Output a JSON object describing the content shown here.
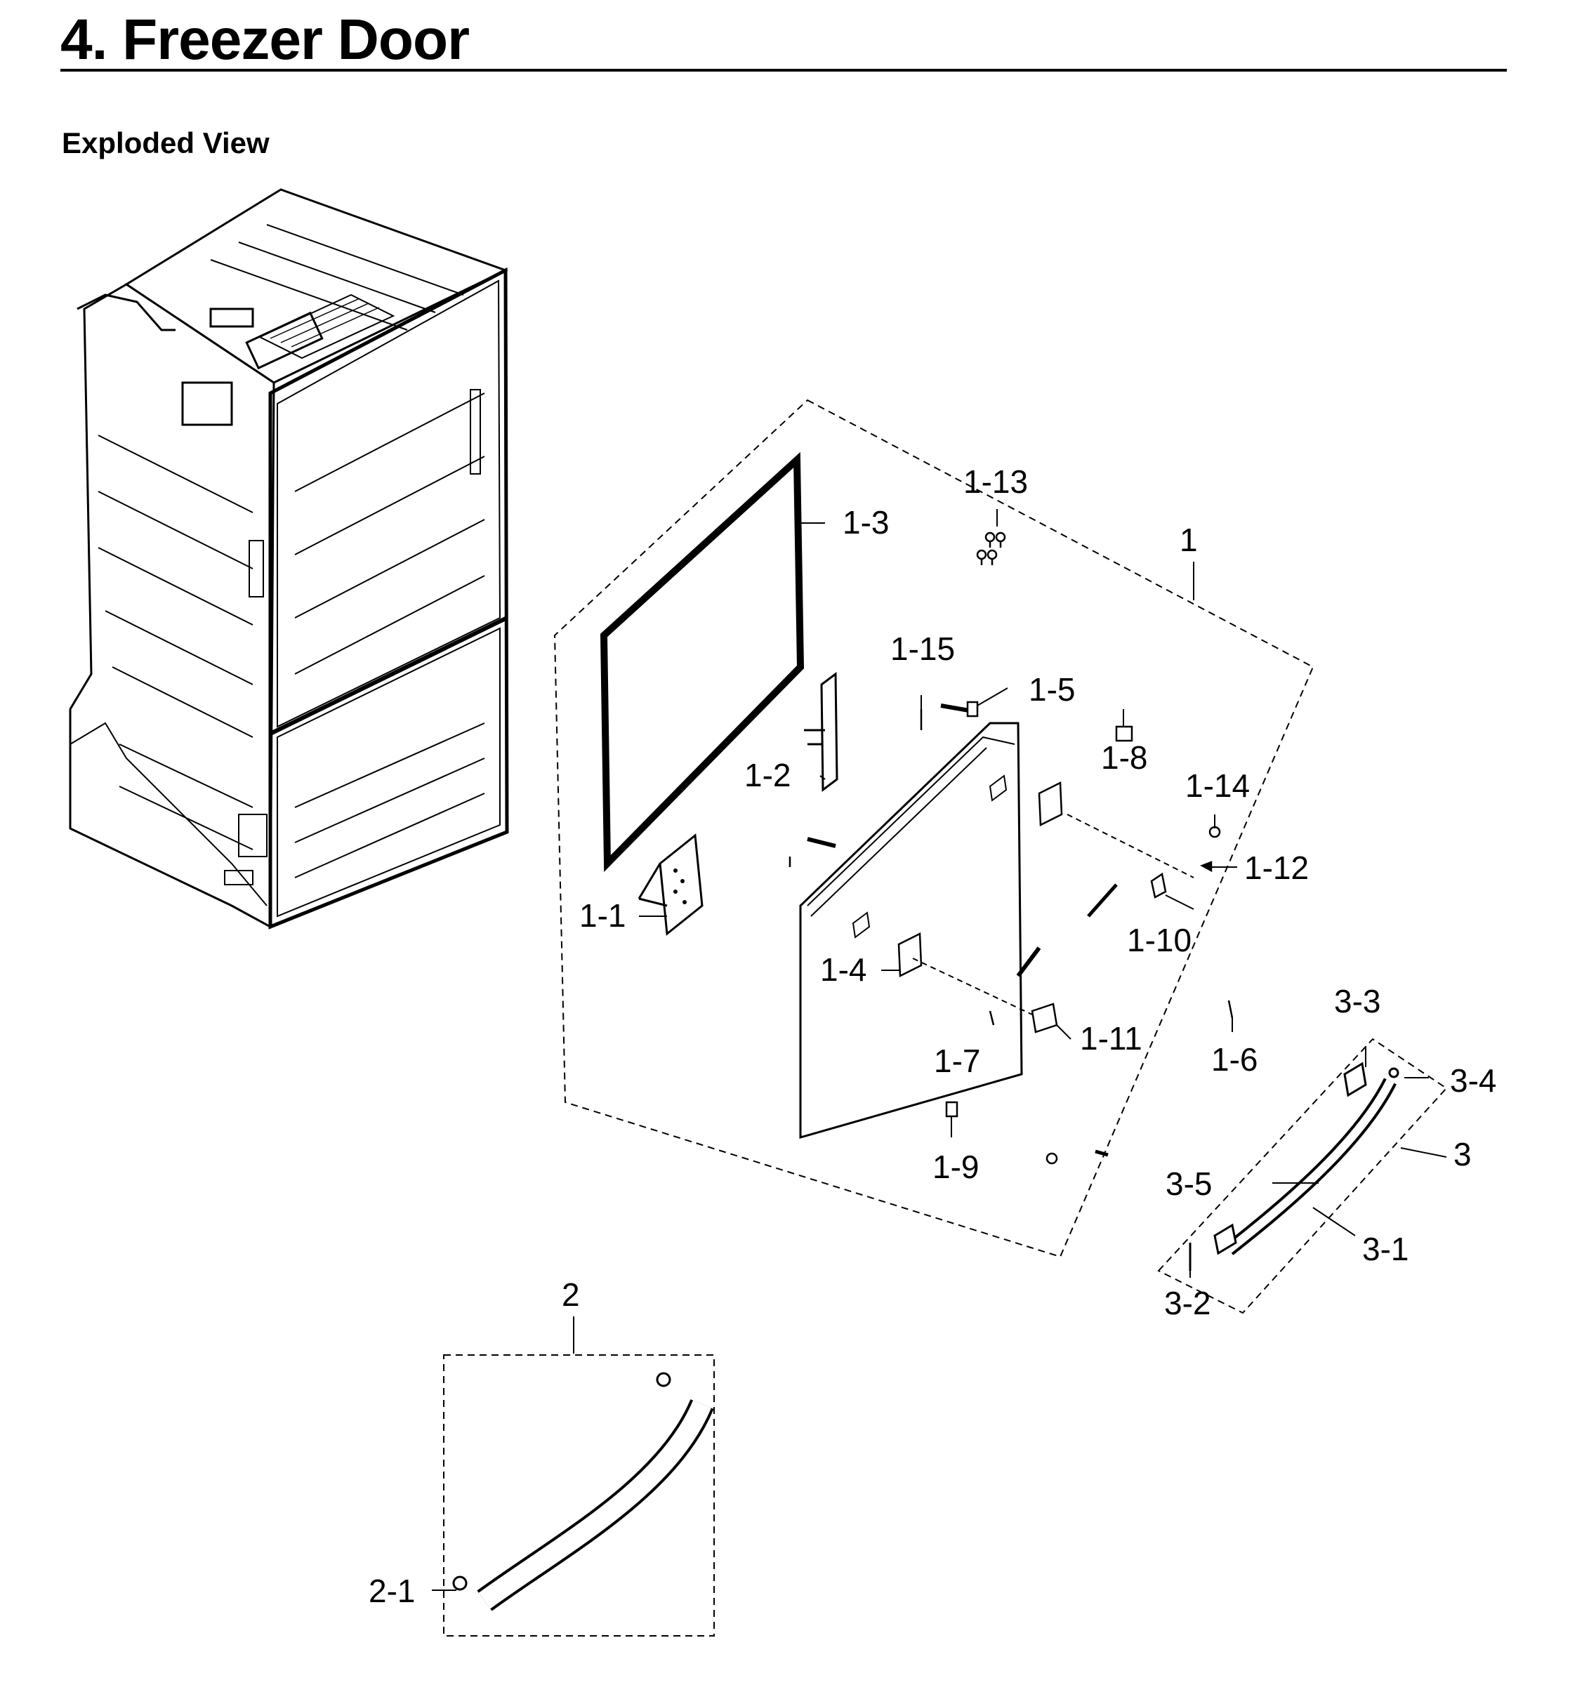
{
  "header": {
    "title": "4.  Freezer Door",
    "subtitle": "Exploded View"
  },
  "callouts": {
    "c1": "1",
    "c1_1": "1-1",
    "c1_2": "1-2",
    "c1_3": "1-3",
    "c1_4": "1-4",
    "c1_5": "1-5",
    "c1_6": "1-6",
    "c1_7": "1-7",
    "c1_8": "1-8",
    "c1_9": "1-9",
    "c1_10": "1-10",
    "c1_11": "1-11",
    "c1_12": "1-12",
    "c1_13": "1-13",
    "c1_14": "1-14",
    "c1_15": "1-15",
    "c2": "2",
    "c2_1": "2-1",
    "c3": "3",
    "c3_1": "3-1",
    "c3_2": "3-2",
    "c3_3": "3-3",
    "c3_4": "3-4",
    "c3_5": "3-5"
  }
}
